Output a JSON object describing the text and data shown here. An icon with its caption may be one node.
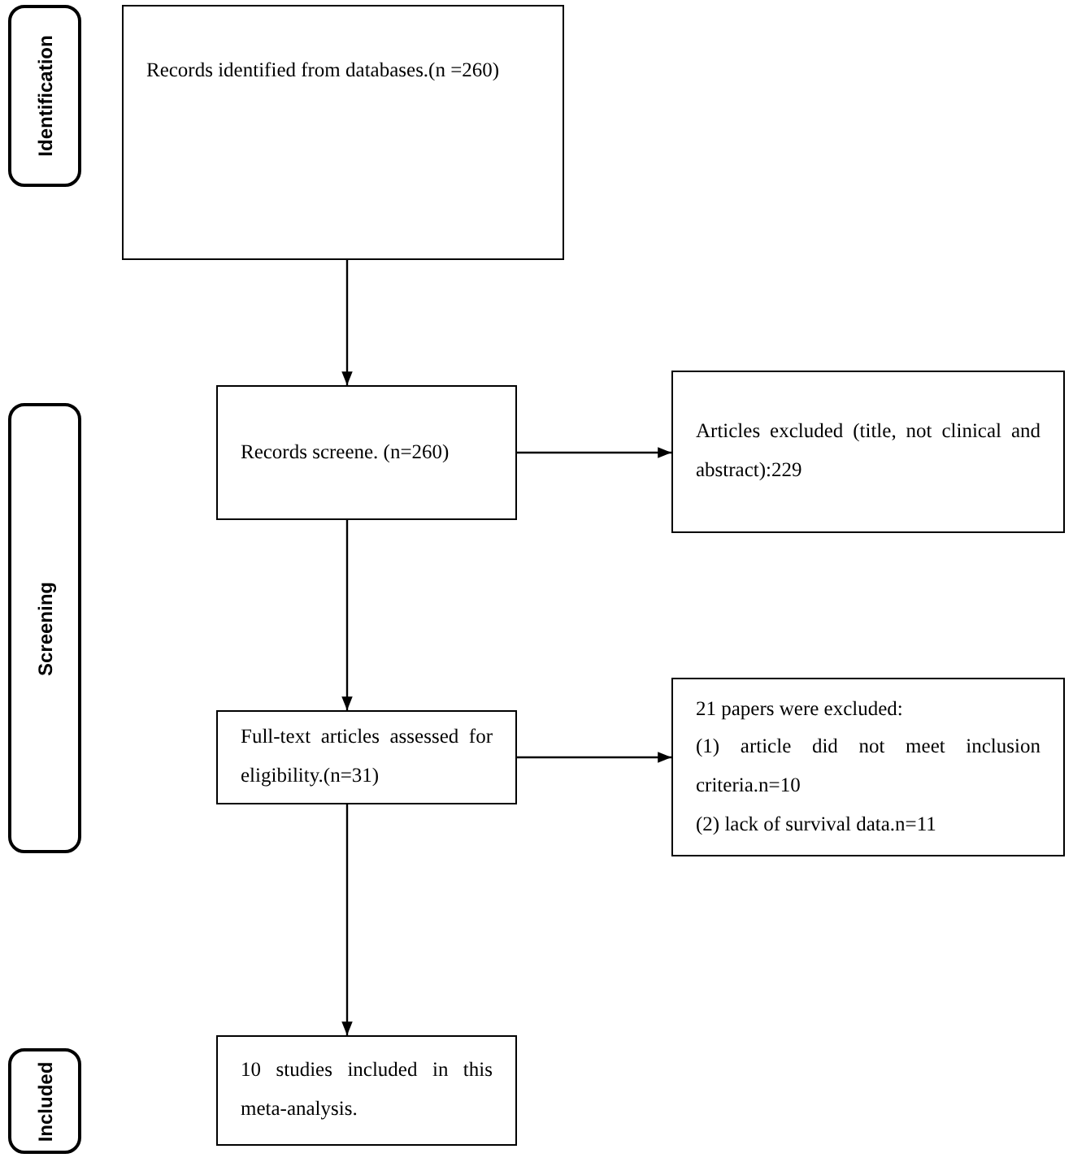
{
  "diagram": {
    "nodes": [
      {
        "text": [
          "Identification"
        ]
      },
      {
        "text": [
          "Records identified from databases.(n =260)"
        ]
      },
      {
        "text": [
          "Screening"
        ]
      },
      {
        "text": [
          "Records screene. (n=260)"
        ]
      },
      {
        "text": [
          "Articles excluded (title, not clinical and abstract):229"
        ]
      },
      {
        "text": [
          "Full-text articles assessed for eligibility.(n=31)"
        ]
      },
      {
        "text": [
          "21 papers were excluded:",
          "(1) article did not meet inclusion criteria.n=10",
          "(2) lack of survival data.n=11"
        ]
      },
      {
        "text": [
          "Included"
        ]
      },
      {
        "text": [
          "10 studies included in this meta-analysis."
        ]
      }
    ],
    "edges": [
      {
        "from": 1,
        "to": 3,
        "arrow": "to"
      },
      {
        "from": 3,
        "to": 4,
        "arrow": "to"
      },
      {
        "from": 3,
        "to": 5,
        "arrow": "to"
      },
      {
        "from": 5,
        "to": 6,
        "arrow": "to"
      },
      {
        "from": 5,
        "to": 8,
        "arrow": "to"
      }
    ]
  }
}
